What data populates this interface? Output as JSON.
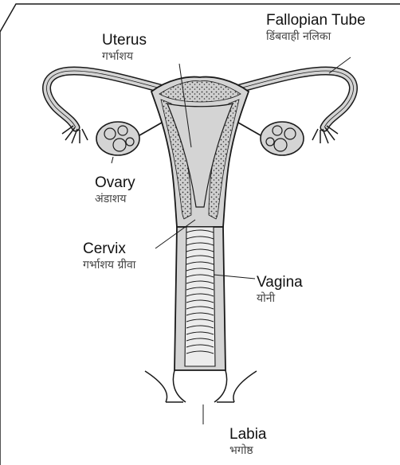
{
  "labels": {
    "uterus": {
      "en": "Uterus",
      "hi": "गर्भाशय"
    },
    "fallopian": {
      "en": "Fallopian Tube",
      "hi": "डिंबवाही नलिका"
    },
    "ovary": {
      "en": "Ovary",
      "hi": "अंडाशय"
    },
    "cervix": {
      "en": "Cervix",
      "hi": "गर्भाशय ग्रीवा"
    },
    "vagina": {
      "en": "Vagina",
      "hi": "योनी"
    },
    "labia": {
      "en": "Labia",
      "hi": "भगोष्ठ"
    }
  },
  "colors": {
    "tissue": "#d4d4d4",
    "outline": "#1a1a1a",
    "stipple": "#333333"
  }
}
